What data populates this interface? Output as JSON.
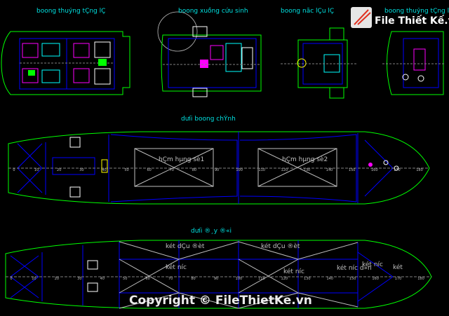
{
  "titles": {
    "top1": "boong thuỷng tÇng lÇ",
    "top2": "boong xuồng cứu sinh",
    "top3": "boong nãc lÇu lÇ",
    "top4": "boong thuỷng tÇng lÇ",
    "main": "dưíi boong chÝnh",
    "bottom": "dưíi ®¸y ®«i"
  },
  "hold_labels": [
    "hÇm hµng sè1",
    "hÇm hµng sè2"
  ],
  "frame_numbers": [
    "0",
    "10",
    "20",
    "30",
    "40",
    "50",
    "60",
    "70",
    "80",
    "90",
    "100",
    "110",
    "120",
    "130",
    "140",
    "150",
    "160",
    "170",
    "180"
  ],
  "tank_labels": {
    "a": "két dÇu ®èt",
    "b": "két dÇu ®èt",
    "c": "két n­íc",
    "d": "két n­íc",
    "e": "két n­íc d»n",
    "f": "két n­íc",
    "g": "két"
  },
  "watermark": {
    "logo_text": "File Thiết Kế.vn",
    "copyright": "Copyright © FileThietKe.vn"
  },
  "colors": {
    "background": "#000000",
    "hull": "#00ff00",
    "structure": "#0000ff",
    "title": "#00e0e0"
  }
}
